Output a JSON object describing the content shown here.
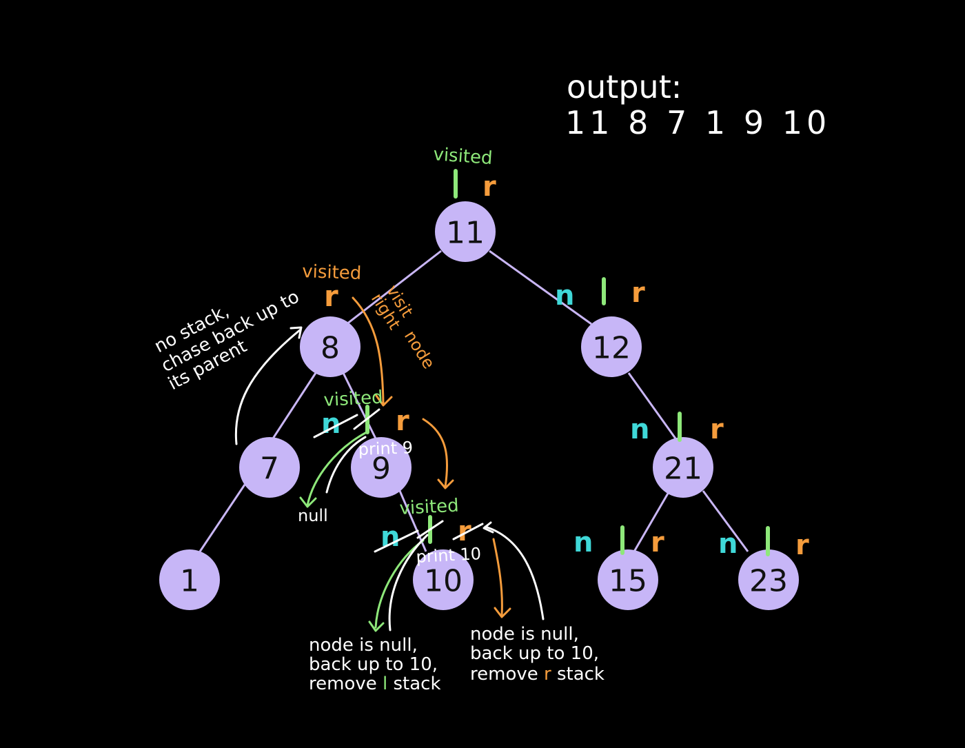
{
  "output": {
    "label": "output:",
    "values": "11 8 7 1 9 10"
  },
  "nodes": [
    {
      "id": "n11",
      "label": "11"
    },
    {
      "id": "n8",
      "label": "8"
    },
    {
      "id": "n12",
      "label": "12"
    },
    {
      "id": "n7",
      "label": "7"
    },
    {
      "id": "n9",
      "label": "9"
    },
    {
      "id": "n21",
      "label": "21"
    },
    {
      "id": "n1",
      "label": "1"
    },
    {
      "id": "n10",
      "label": "10"
    },
    {
      "id": "n15",
      "label": "15"
    },
    {
      "id": "n23",
      "label": "23"
    }
  ],
  "annotations": {
    "visited": "visited",
    "n": "n",
    "l": "l",
    "r": "r",
    "null": "null",
    "visit_right_node_1": "visit",
    "visit_right_node_2": "right",
    "visit_right_node_3": "node",
    "no_stack_1": "no stack,",
    "no_stack_2": "chase back up to",
    "no_stack_3": "its parent",
    "print_9": "print 9",
    "print_10": "print 10",
    "left_null_1": "node is null,",
    "left_null_2": "back up to 10,",
    "left_null_3a": "remove ",
    "left_null_3b": "l",
    "left_null_3c": " stack",
    "right_null_1": "node is null,",
    "right_null_2": "back up to 10,",
    "right_null_3a": "remove ",
    "right_null_3b": "r",
    "right_null_3c": " stack"
  },
  "colors": {
    "background": "#000000",
    "node": "#c7b6f7",
    "edge": "#c9b6f5",
    "n_marker": "#3fd8d8",
    "l_marker": "#8ee87a",
    "r_marker": "#f59c3c",
    "text": "#ffffff"
  }
}
